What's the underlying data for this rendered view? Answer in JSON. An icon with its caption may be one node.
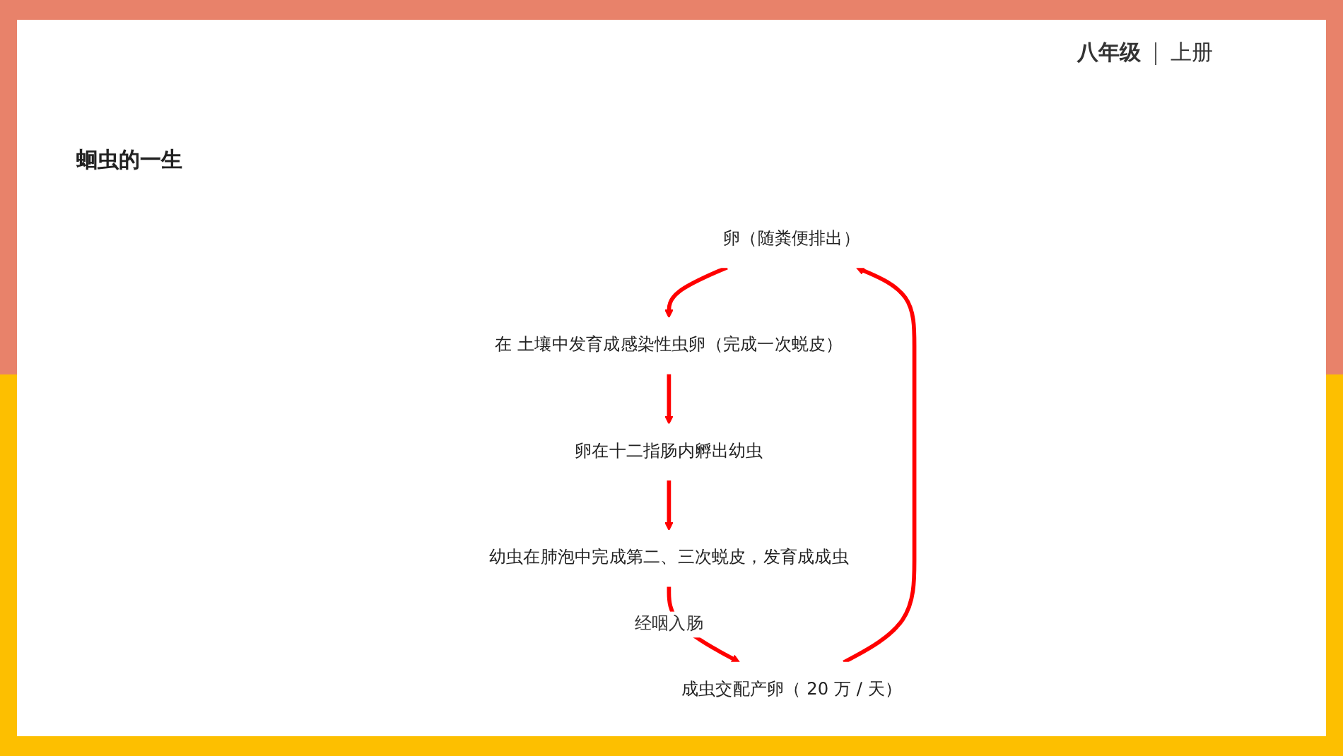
{
  "diagram": {
    "title": "蛔虫的一生",
    "nodes": [
      {
        "text": [
          "卵（随粪便排出）"
        ]
      },
      {
        "text": [
          "在 土壤中发育成感染性虫卵（完成一次蜕皮）"
        ]
      },
      {
        "text": [
          "卵在十二指肠内孵出幼虫"
        ]
      },
      {
        "text": [
          "幼虫在肺泡中完成第二、三次蜕皮，发育成成虫"
        ]
      },
      {
        "text": [
          "成虫交配产卵（ 20 万 / 天）"
        ]
      }
    ],
    "edges": [
      {
        "from": 0,
        "to": 1,
        "arrow": "to"
      },
      {
        "from": 1,
        "to": 2,
        "arrow": "to"
      },
      {
        "from": 2,
        "to": 3,
        "arrow": "to"
      },
      {
        "from": 3,
        "to": 4,
        "arrow": "to",
        "label": "经咽入肠"
      },
      {
        "from": 4,
        "to": 0,
        "arrow": "to"
      }
    ],
    "labels": [
      "八年级",
      "上册"
    ]
  }
}
